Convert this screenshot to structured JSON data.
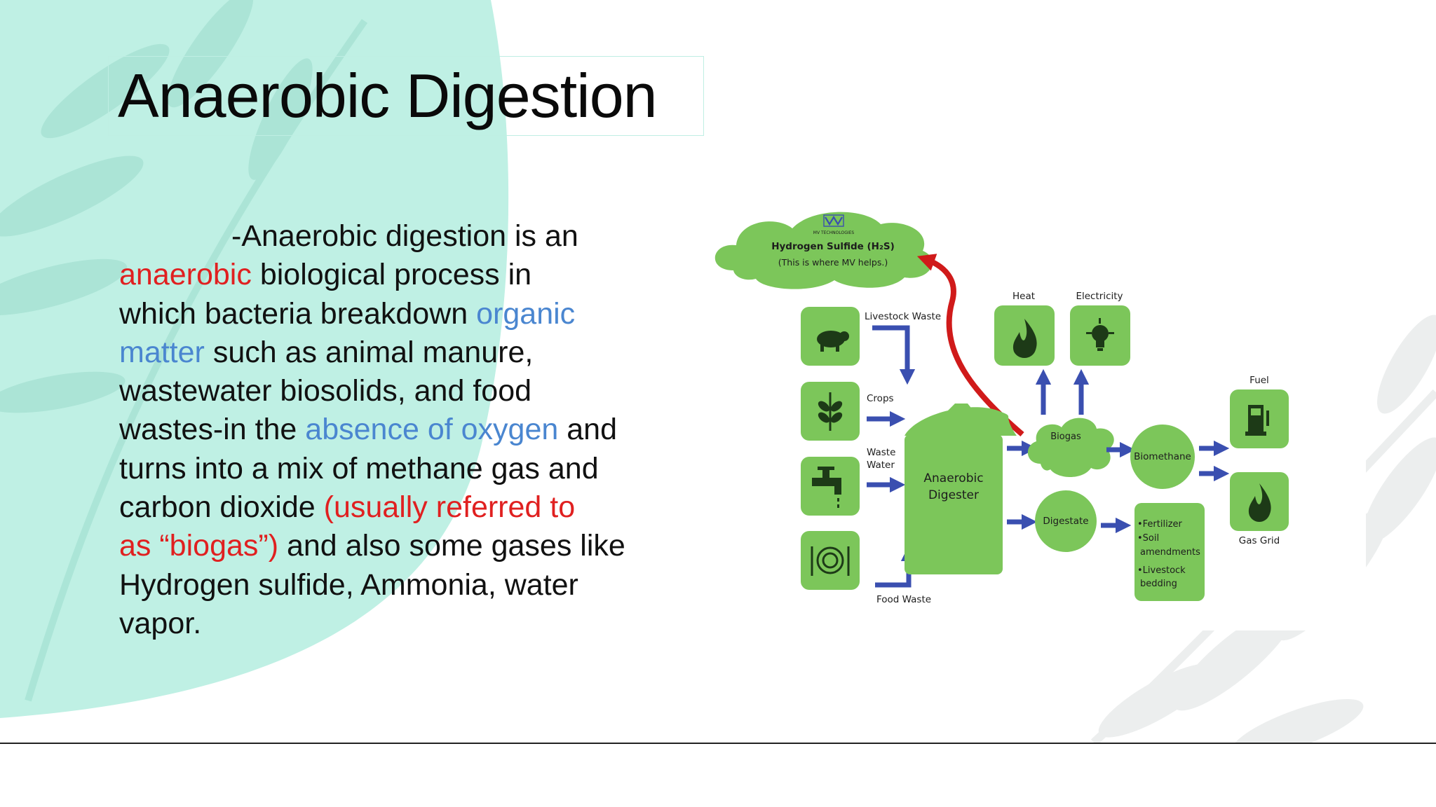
{
  "slide": {
    "title": "Anaerobic Digestion",
    "body_lines": [
      [
        {
          "text": "-Anaerobic digestion is an",
          "style": "plain"
        }
      ],
      [
        {
          "text": "anaerobic",
          "style": "red"
        },
        {
          "text": " biological process in",
          "style": "plain"
        }
      ],
      [
        {
          "text": "which bacteria breakdown ",
          "style": "plain"
        },
        {
          "text": "organic",
          "style": "blue"
        }
      ],
      [
        {
          "text": "matter",
          "style": "blue"
        },
        {
          "text": " such as animal manure,",
          "style": "plain"
        }
      ],
      [
        {
          "text": "wastewater biosolids, and food",
          "style": "plain"
        }
      ],
      [
        {
          "text": "wastes-in the ",
          "style": "plain"
        },
        {
          "text": "absence of oxygen",
          "style": "blue"
        },
        {
          "text": " and",
          "style": "plain"
        }
      ],
      [
        {
          "text": "turns into a mix of methane gas and",
          "style": "plain"
        }
      ],
      [
        {
          "text": "carbon dioxide ",
          "style": "plain"
        },
        {
          "text": "(usually referred to",
          "style": "red"
        }
      ],
      [
        {
          "text": "as “biogas”)",
          "style": "red"
        },
        {
          "text": " and also some gases like",
          "style": "plain"
        }
      ],
      [
        {
          "text": "Hydrogen sulfide, Ammonia, water",
          "style": "plain"
        }
      ],
      [
        {
          "text": "vapor.",
          "style": "plain"
        }
      ]
    ]
  },
  "diagram": {
    "cloud": {
      "label": "Hydrogen Sulfide (H₂S)",
      "note": "(This is where MV helps.)",
      "brand": "MV TECHNOLOGIES"
    },
    "inputs": [
      {
        "label": "Livestock Waste",
        "icon": "pig-icon"
      },
      {
        "label": "Crops",
        "icon": "plant-icon"
      },
      {
        "label": "Waste Water",
        "icon": "faucet-icon"
      },
      {
        "label": "Food Waste",
        "icon": "plate-icon"
      }
    ],
    "digester": "Anaerobic Digester",
    "biogas": "Biogas",
    "digestate": "Digestate",
    "heat": "Heat",
    "electricity": "Electricity",
    "biomethane": "Biomethane",
    "fuel": "Fuel",
    "gas_grid": "Gas Grid",
    "products": [
      "•Fertilizer",
      "•Soil",
      "amendments",
      "•Livestock",
      "bedding"
    ],
    "colors": {
      "green": "#7cc65a",
      "dark_green": "#2b5220",
      "arrow_blue": "#3a4fb0",
      "arrow_red": "#d01a1a",
      "accent_bg": "#bff0e4"
    }
  }
}
